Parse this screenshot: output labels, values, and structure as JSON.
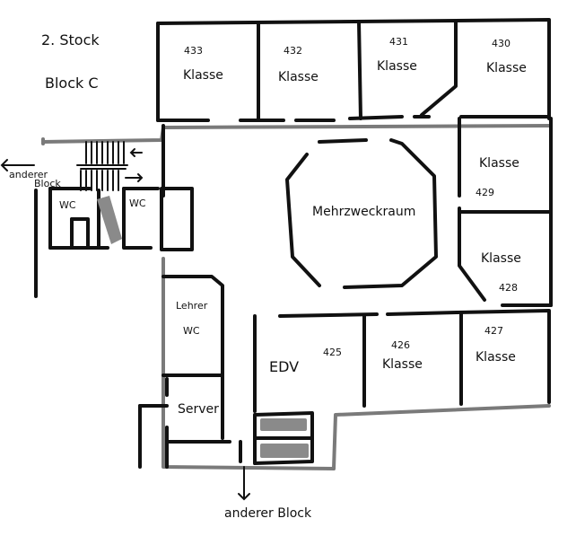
{
  "header": {
    "floor": "2. Stock",
    "block": "Block C"
  },
  "rooms": {
    "r433": {
      "number": "433",
      "name": "Klasse"
    },
    "r432": {
      "number": "432",
      "name": "Klasse"
    },
    "r431": {
      "number": "431",
      "name": "Klasse"
    },
    "r430": {
      "number": "430",
      "name": "Klasse"
    },
    "r429": {
      "name": "Klasse",
      "number": "429"
    },
    "r428": {
      "name": "Klasse",
      "number": "428"
    },
    "r427": {
      "number": "427",
      "name": "Klasse"
    },
    "r426": {
      "number": "426",
      "name": "Klasse"
    },
    "r425": {
      "name": "EDV",
      "number": "425"
    },
    "center": {
      "name": "Mehrzweckraum"
    },
    "wc1": {
      "name": "WC"
    },
    "wc2": {
      "name": "WC"
    },
    "teacher_wc": {
      "line1": "Lehrer",
      "line2": "WC"
    },
    "server": {
      "name": "Server"
    }
  },
  "exits": {
    "west": {
      "line1": "anderer",
      "line2": "Block"
    },
    "south": {
      "label": "anderer Block"
    }
  }
}
